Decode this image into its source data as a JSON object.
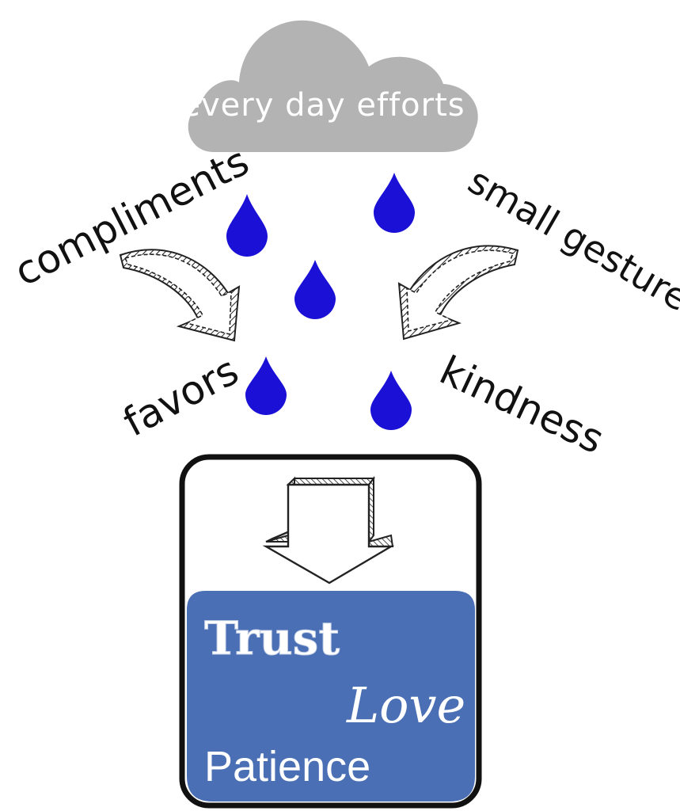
{
  "cloud": {
    "label": "every day efforts",
    "color": "#b3b3b3",
    "text_color": "#ffffff"
  },
  "labels": {
    "left_top": "compliments",
    "right_top": "small gestures",
    "left_bottom": "favors",
    "right_bottom": "kindness"
  },
  "drop_color": "#1a10d6",
  "container": {
    "fill": "#4a6fb5",
    "border": "#111111",
    "word1": "Trust",
    "word2": "Love",
    "word3": "Patience"
  }
}
